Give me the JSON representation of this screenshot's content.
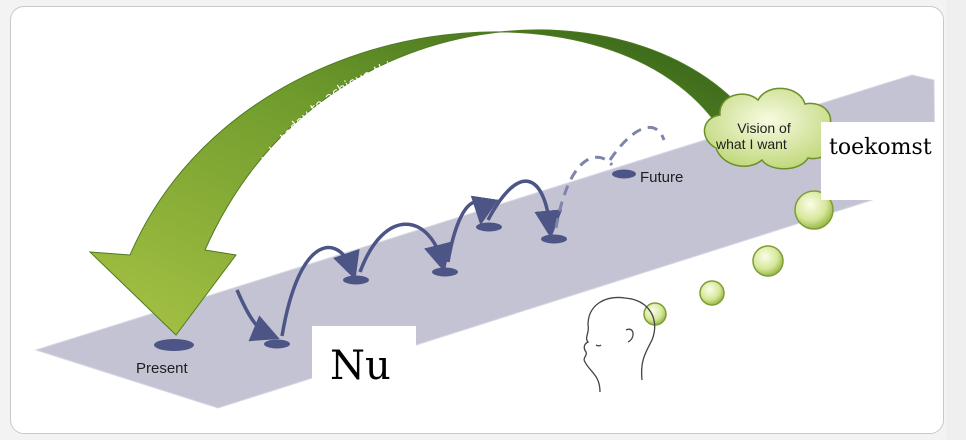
{
  "diagram": {
    "arc_caption": "What do I do today to achieve this vision ?",
    "present_label": "Present",
    "future_label": "Future",
    "vision_line1": "Vision of",
    "vision_line2": "what I want",
    "overlay_now": "Nu",
    "overlay_future": "toekomst"
  },
  "colors": {
    "road": "#b9b9cc",
    "jump_arcs": "#4c5585",
    "green_arrow_light": "#a8c345",
    "green_arrow_dark": "#2f5e16",
    "bubbles": "#cfe38f"
  }
}
